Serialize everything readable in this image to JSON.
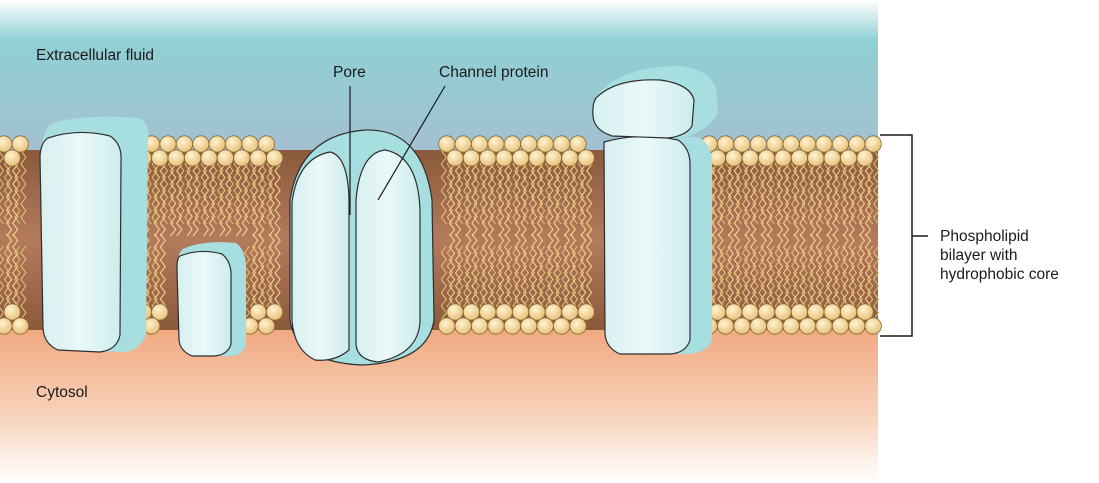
{
  "labels": {
    "extracellular": "Extracellular fluid",
    "cytosol": "Cytosol",
    "pore": "Pore",
    "channel_protein": "Channel protein",
    "phospholipid_lines": [
      "Phospholipid",
      "bilayer with",
      "hydrophobic core"
    ]
  },
  "colors": {
    "extracellular_top": "#8fd0d5",
    "extracellular_bottom": "#a5bfd0",
    "cytosol_top": "#f0a47a",
    "cytosol_bottom": "#fdf1ea",
    "lipid_core": "#a06a45",
    "lipid_head": "#f2cf8a",
    "lipid_head_stroke": "#8a6a3a",
    "protein_fill": "#e4f5f6",
    "protein_side": "#a7dfe0",
    "protein_stroke": "#2e2e2e"
  }
}
